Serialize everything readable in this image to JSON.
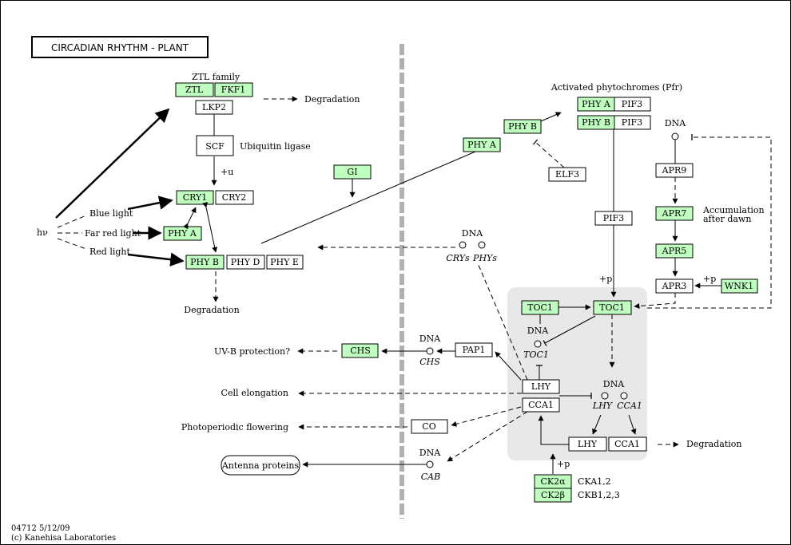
{
  "title": "CIRCADIAN RHYTHM - PLANT",
  "footer": {
    "id_date": "04712 5/12/09",
    "copyright": "(c) Kanehisa Laboratories"
  },
  "colors": {
    "gene_highlight": "#bfffbf",
    "nucleus_bg": "#e8e8e8",
    "membrane": "#b0b0b0"
  },
  "labels": {
    "ztl_family": "ZTL family",
    "degradation_top": "Degradation",
    "ubiquitin_ligase": "Ubiquitin ligase",
    "plus_u": "+u",
    "hv": "hν",
    "blue_light": "Blue light",
    "far_red_light": "Far red light",
    "red_light": "Red light",
    "degradation_mid": "Degradation",
    "activated_phytochromes": "Activated phytochromes (Pfr)",
    "dna_phy": "DNA",
    "crys": "CRYs",
    "phys": "PHYs",
    "dna_apr": "DNA",
    "accumulation": "Accumulation",
    "after_dawn": "after dawn",
    "plus_p_wnk": "+p",
    "plus_p_pif": "+p",
    "dna_toc": "DNA",
    "toc1_gene": "TOC1",
    "uvb": "UV-B protection?",
    "dna_chs": "DNA",
    "chs_gene": "CHS",
    "cell_elongation": "Cell elongation",
    "dna_lhy": "DNA",
    "lhy_gene": "LHY",
    "cca1_gene": "CCA1",
    "photoperiodic": "Photoperiodic flowering",
    "degradation_right": "Degradation",
    "antenna": "Antenna proteins",
    "dna_cab": "DNA",
    "cab_gene": "CAB",
    "plus_p_ck": "+p",
    "cka": "CKA1,2",
    "ckb": "CKB1,2,3"
  },
  "genes": {
    "ztl": "ZTL",
    "fkf1": "FKF1",
    "lkp2": "LKP2",
    "scf": "SCF",
    "cry1": "CRY1",
    "cry2": "CRY2",
    "phya_left": "PHY A",
    "phyb_left": "PHY B",
    "phyd": "PHY D",
    "phye": "PHY E",
    "gi": "GI",
    "phyb_mid": "PHY B",
    "phya_mid": "PHY A",
    "elf3": "ELF3",
    "phya_pfr": "PHY A",
    "pif3_a": "PIF3",
    "phyb_pfr": "PHY B",
    "pif3_b": "PIF3",
    "pif3": "PIF3",
    "apr9": "APR9",
    "apr7": "APR7",
    "apr5": "APR5",
    "apr3": "APR3",
    "wnk1": "WNK1",
    "toc1_a": "TOC1",
    "toc1_b": "TOC1",
    "chs": "CHS",
    "pap1": "PAP1",
    "lhy": "LHY",
    "cca1": "CCA1",
    "co": "CO",
    "lhy_b": "LHY",
    "cca1_b": "CCA1",
    "ck2a": "CK2α",
    "ck2b": "CK2β"
  }
}
